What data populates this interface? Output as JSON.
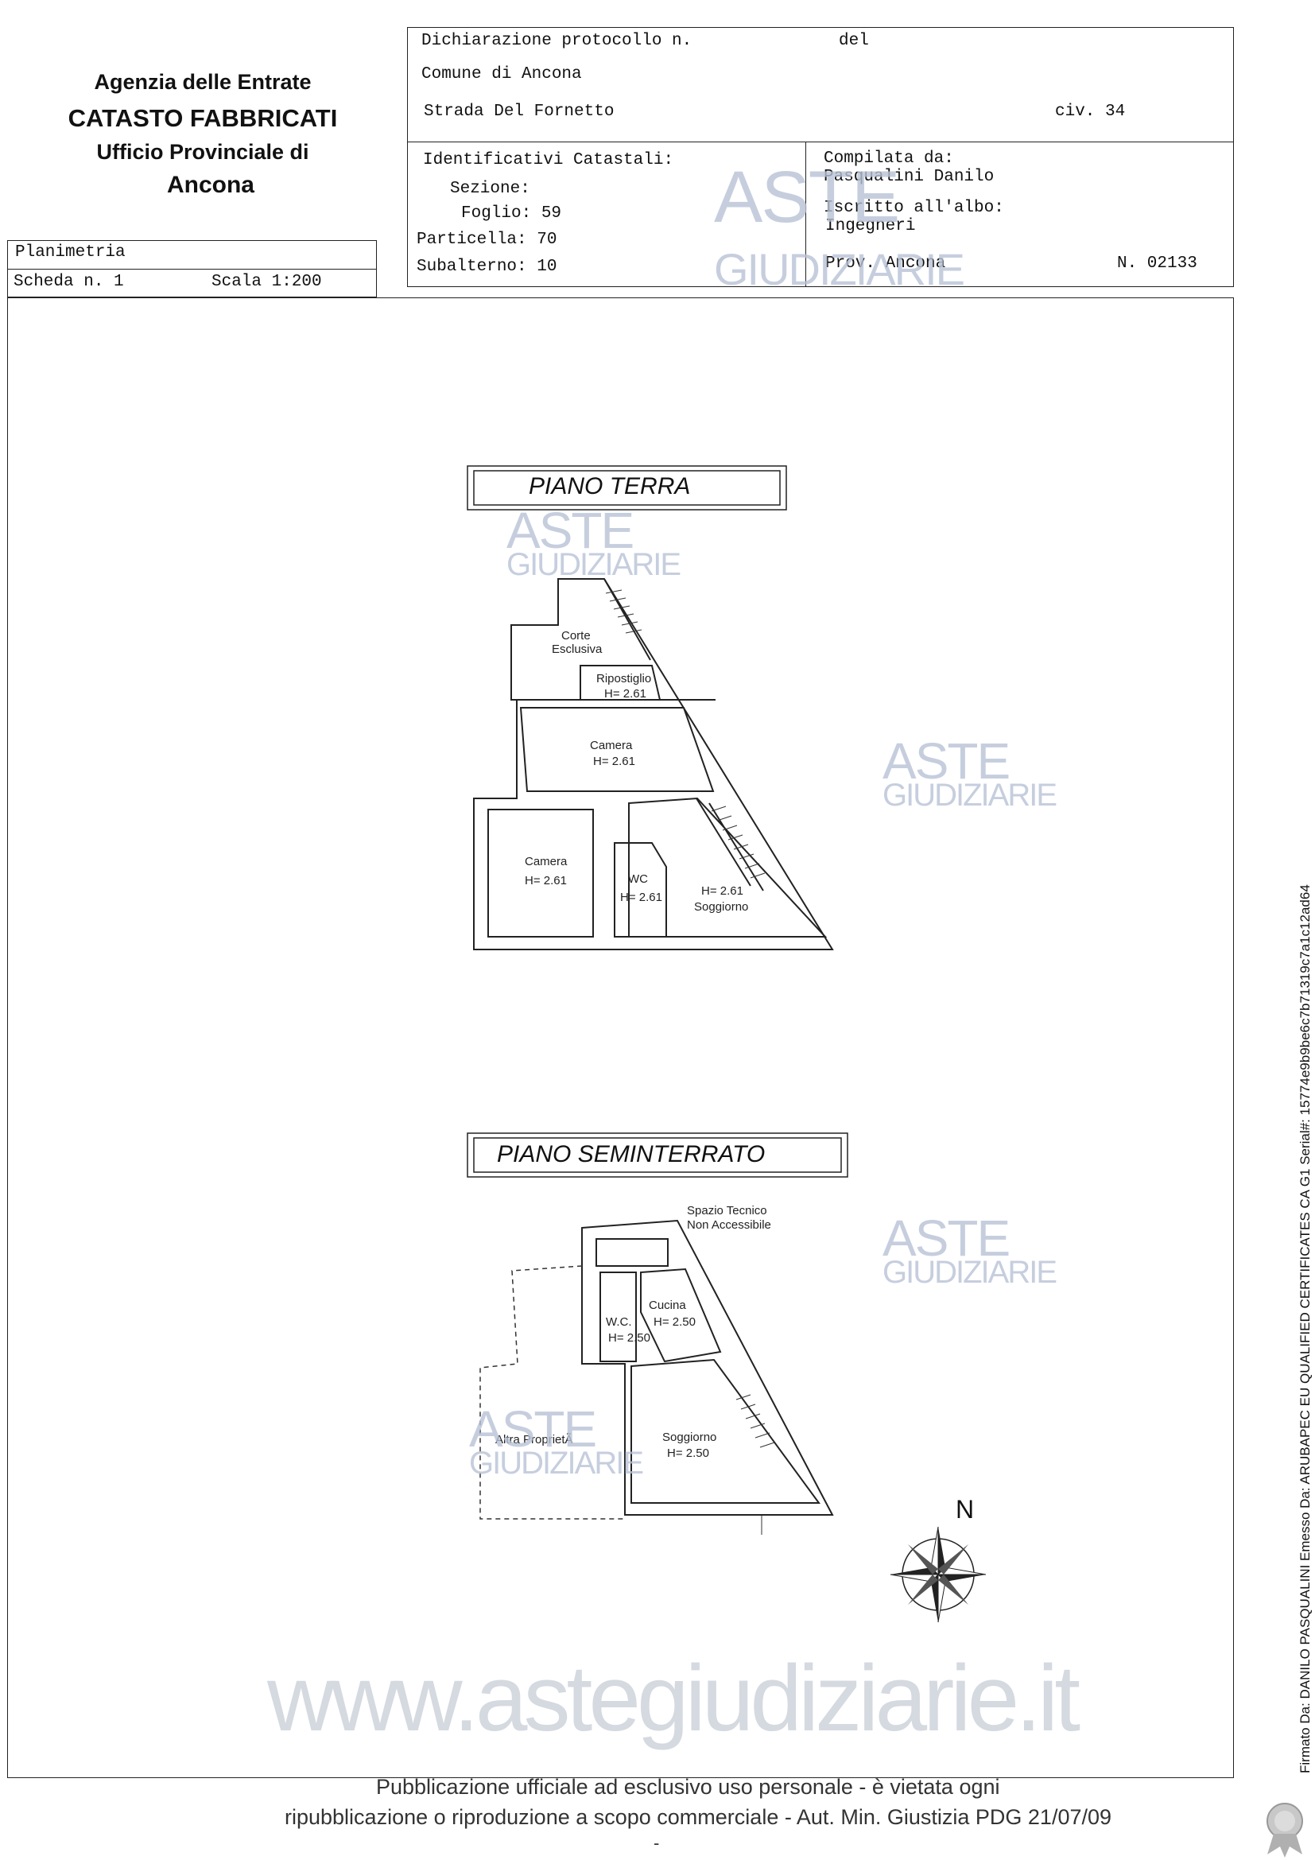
{
  "agency": {
    "line1": "Agenzia delle Entrate",
    "line2": "CATASTO FABBRICATI",
    "line3": "Ufficio Provinciale di",
    "line4": "Ancona"
  },
  "planimetria": {
    "label": "Planimetria",
    "scheda": "Scheda n. 1",
    "scala": "Scala 1:200"
  },
  "header": {
    "dichiarazione": "Dichiarazione protocollo n.",
    "del": "del",
    "comune": "Comune di Ancona",
    "strada": "Strada Del Fornetto",
    "civ": "civ. 34"
  },
  "identificativi": {
    "title": "Identificativi Catastali:",
    "sezione": "Sezione:",
    "foglio": "Foglio: 59",
    "particella": "Particella: 70",
    "subalterno": "Subalterno: 10"
  },
  "compilata": {
    "title": "Compilata da:",
    "name": "Pasqualini Danilo",
    "albo_label": "Iscritto all'albo:",
    "albo": "Ingegneri",
    "prov": "Prov. Ancona",
    "numero": "N. 02133"
  },
  "watermark": {
    "aste": "ASTE",
    "giudiziarie": "GIUDIZIARIE",
    "site": "www.astegiudiziarie.it"
  },
  "piano_terra": {
    "title": "PIANO TERRA",
    "rooms": [
      "Corte",
      "Esclusiva",
      "Ripostiglio",
      "H= 2.61",
      "Camera",
      "H= 2.61",
      "Camera",
      "H= 2.61",
      "WC",
      "H= 2.61",
      "H= 2.61",
      "Soggiorno"
    ]
  },
  "piano_seminterrato": {
    "title": "PIANO SEMINTERRATO",
    "rooms": [
      "Spazio Tecnico",
      "Non Accessibile",
      "Cucina",
      "H= 2.50",
      "W.C.",
      "H= 2.50",
      "Altra ProprietÃ",
      "Soggiorno",
      "H= 2.50"
    ]
  },
  "compass": {
    "label": "N"
  },
  "signature": "Firmato Da: DANILO PASQUALINI Emesso Da: ARUBAPEC EU QUALIFIED CERTIFICATES CA G1 Serial#: 15774e9b9be6c7b71319c7a1c12ad64",
  "footer": {
    "line1": "Pubblicazione ufficiale ad esclusivo uso personale - è vietata ogni",
    "line2": "ripubblicazione o riproduzione a scopo commerciale - Aut. Min. Giustizia PDG 21/07/09",
    "dash": "-"
  }
}
